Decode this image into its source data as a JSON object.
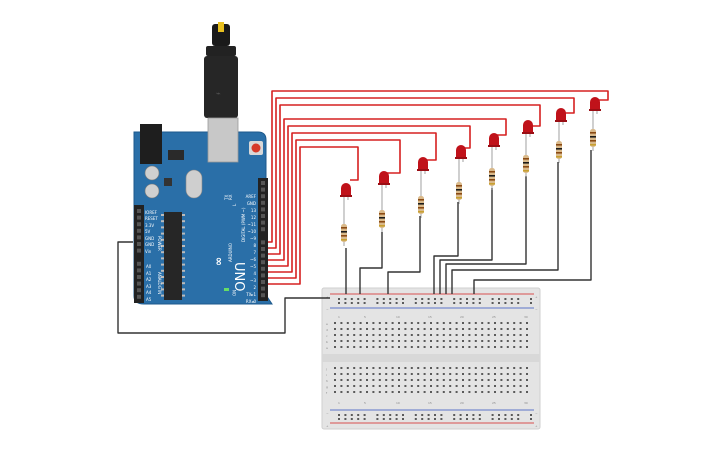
{
  "board": {
    "brand": "ARDUINO",
    "model": "UNO",
    "power_header_label": "POWER",
    "analog_header_label": "ANALOG IN",
    "digital_header_label": "DIGITAL (PWM ~)",
    "tx_label": "TX",
    "rx_label": "RX",
    "l_label": "L",
    "on_label": "ON",
    "power_pins": [
      "IOREF",
      "RESET",
      "3.3V",
      "5V",
      "GND",
      "GND",
      "Vin"
    ],
    "analog_pins": [
      "A0",
      "A1",
      "A2",
      "A3",
      "A4",
      "A5"
    ],
    "digital_pins_top": [
      "AREF",
      "GND",
      "13",
      "12",
      "~11",
      "~10",
      "~9",
      "8"
    ],
    "digital_pins_bottom": [
      "7",
      "~6",
      "~5",
      "4",
      "~3",
      "2",
      "TX▸1",
      "RX◂0"
    ]
  },
  "breadboard": {
    "plus_label": "+",
    "minus_label": "−",
    "col_numbers": [
      "1",
      "5",
      "10",
      "15",
      "20",
      "25",
      "30"
    ],
    "row_letters_top": [
      "a",
      "b",
      "c",
      "d",
      "e"
    ],
    "row_letters_bottom": [
      "f",
      "g",
      "h",
      "i",
      "j"
    ]
  },
  "colors": {
    "board": "#2a6fa8",
    "wire_red": "#d62020",
    "wire_black": "#333333",
    "led": "#c0121a",
    "breadboard": "#e4e4e4"
  }
}
